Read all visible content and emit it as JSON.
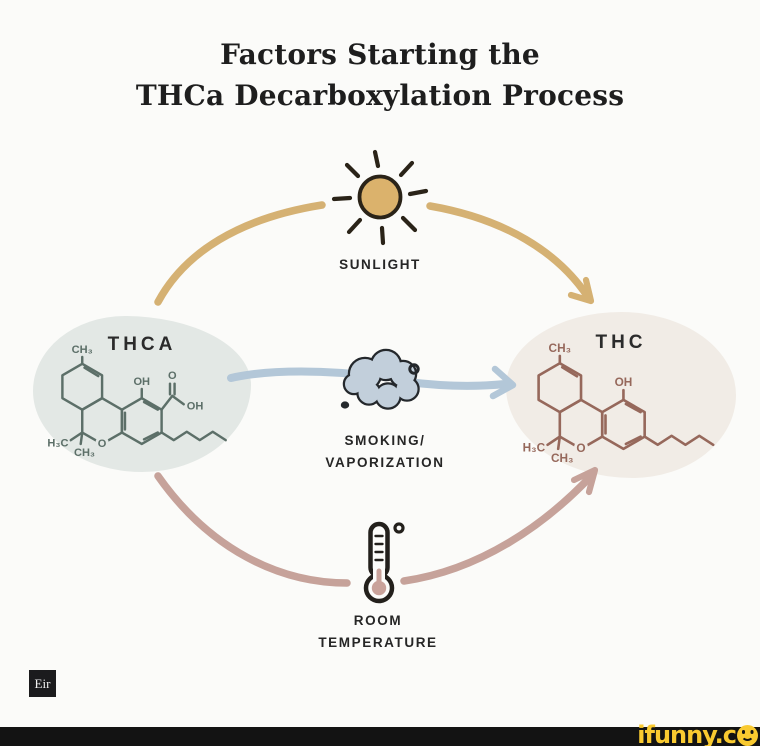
{
  "title": {
    "line1": "Factors Starting the",
    "line2": "THCa Decarboxylation Process"
  },
  "diagram": {
    "factors": {
      "sunlight": {
        "label": "SUNLIGHT",
        "icon": "sun-icon"
      },
      "smoking_vaporization": {
        "line1": "SMOKING/",
        "line2": "VAPORIZATION",
        "icon": "smoke-cloud-icon"
      },
      "room_temperature": {
        "line1": "ROOM",
        "line2": "TEMPERATURE",
        "icon": "thermometer-icon"
      }
    },
    "molecules": {
      "thca": {
        "name": "THCA",
        "labels": {
          "methyl_top": "CH₃",
          "hydroxyl": "OH",
          "carboxyl_o": "O",
          "carboxyl_oh": "OH",
          "gem_dimethyl_left": "H₃C",
          "gem_dimethyl_bottom": "CH₃",
          "ring_oxygen": "O"
        }
      },
      "thc": {
        "name": "THC",
        "labels": {
          "methyl_top": "CH₃",
          "hydroxyl": "OH",
          "gem_dimethyl_left": "H₃C",
          "gem_dimethyl_bottom": "CH₃",
          "ring_oxygen": "O"
        }
      }
    }
  },
  "watermarks": {
    "credit_badge": "Eir",
    "ifunny_text": "ifunny.c",
    "ifunny_smiley": "smiley-face-icon"
  },
  "colors": {
    "background": "#fbfbf9",
    "title_text": "#1e1e1e",
    "label_text": "#262626",
    "outline_dark": "#26231d",
    "sunlight_arrow": "#d5b173",
    "sun_fill": "#dbb26c",
    "smoking_arrow": "#b3c7d8",
    "cloud_fill": "#c2cfdb",
    "room_temperature_arrow": "#c6a29a",
    "thermometer_fill": "#c9a29a",
    "thca_molecule": "#5c6f68",
    "thca_blob": "#e3e8e5",
    "thc_molecule": "#96685b",
    "thc_blob": "#f1ece6",
    "ifunny_yellow": "#f9ca30",
    "bottom_bar": "#131313"
  }
}
